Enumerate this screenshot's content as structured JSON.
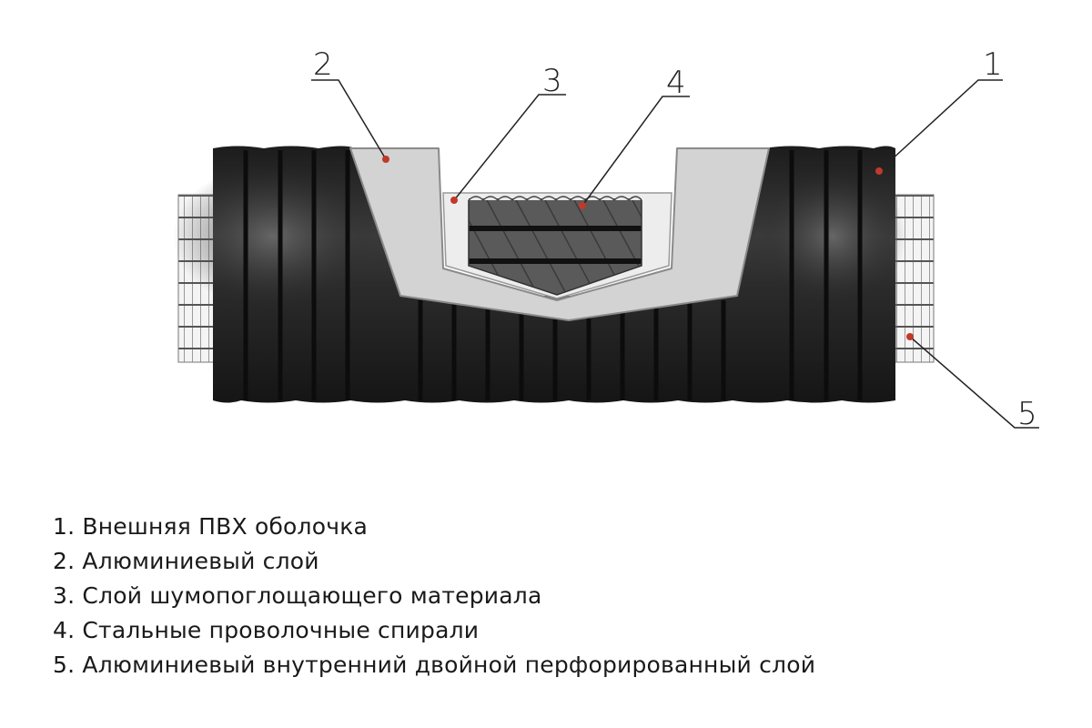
{
  "callouts": [
    "1",
    "2",
    "3",
    "4",
    "5"
  ],
  "legend": [
    "1. Внешняя ПВХ оболочка",
    "2. Алюминиевый слой",
    "3. Слой шумопоглощающего материала",
    "4. Стальные проволочные спирали",
    "5. Алюминиевый внутренний двойной перфорированный слой"
  ],
  "colors": {
    "sheath": "#2a2a2a",
    "rib": "#111111",
    "aluminium": "#d2d2d2",
    "insulation": "#ececec",
    "steel": "#555555",
    "marker": "#c0392b"
  }
}
